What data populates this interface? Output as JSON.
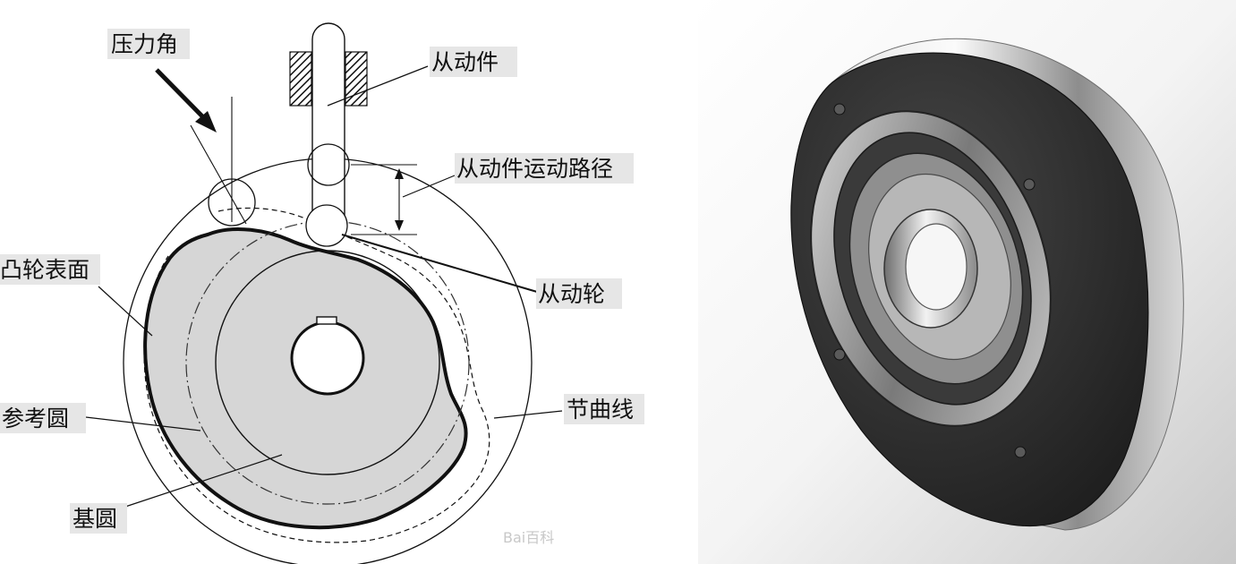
{
  "diagram": {
    "labels": {
      "pressure_angle": "压力角",
      "follower": "从动件",
      "follower_path": "从动件运动路径",
      "cam_surface": "凸轮表面",
      "follower_wheel": "从动轮",
      "reference_circle": "参考圆",
      "pitch_curve": "节曲线",
      "base_circle": "基圆"
    },
    "watermark": "Bai百科"
  },
  "photo": {
    "subject": "disc-cam-photo"
  },
  "colors": {
    "cam_fill": "#d6d6d6",
    "line": "#111111",
    "label_background": "#e6e6e6",
    "photo_body": "#2b2b2b",
    "photo_steel": "#b8b8b8"
  }
}
